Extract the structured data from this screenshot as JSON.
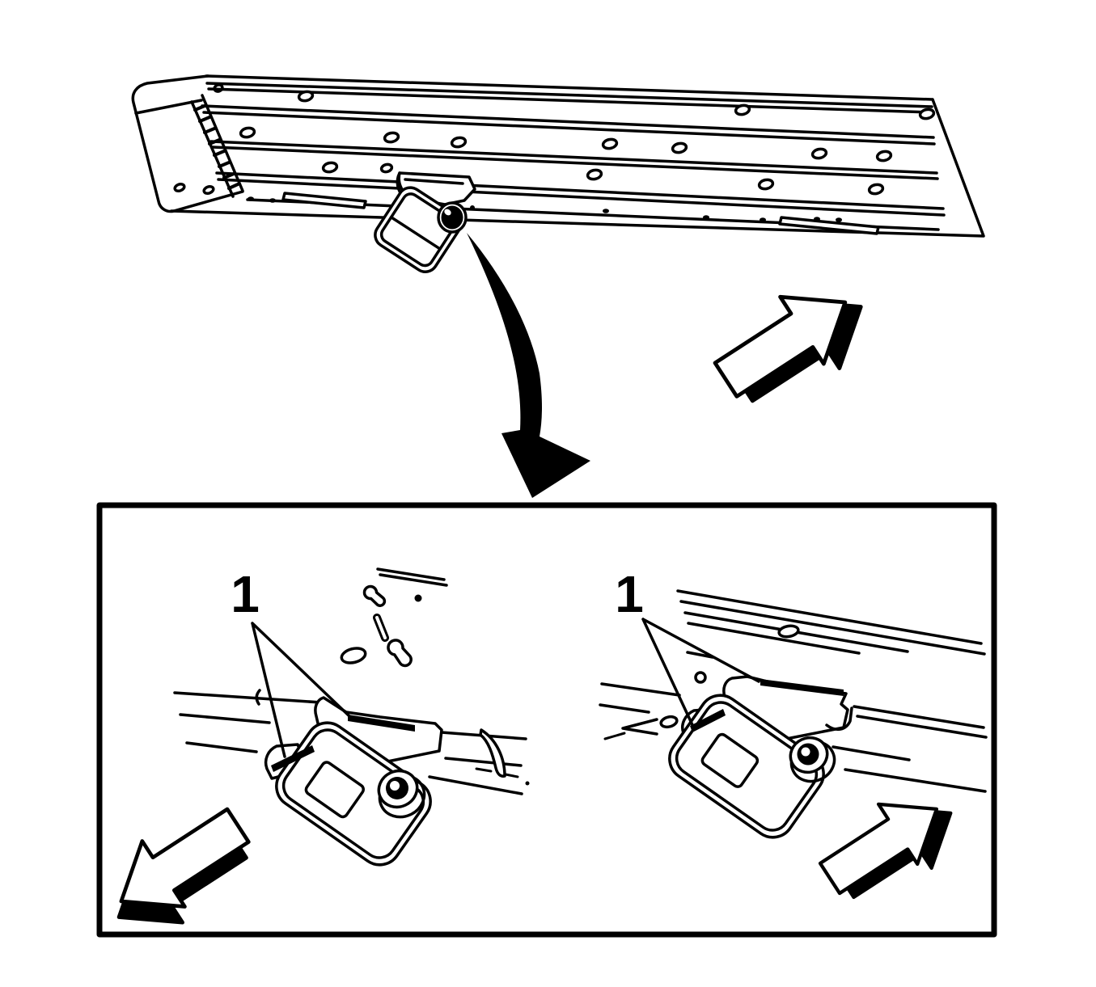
{
  "page": {
    "background_color": "#ffffff",
    "line_color": "#000000"
  },
  "top_illustration": {
    "icons": [
      "curved-detail-pointer-arrow-icon",
      "direction-block-arrow-icon"
    ],
    "arrow_direction": "up-right"
  },
  "detail_box": {
    "panels": [
      {
        "callout_label": "1",
        "arrow_direction": "down-left"
      },
      {
        "callout_label": "1",
        "arrow_direction": "up-right"
      }
    ]
  }
}
